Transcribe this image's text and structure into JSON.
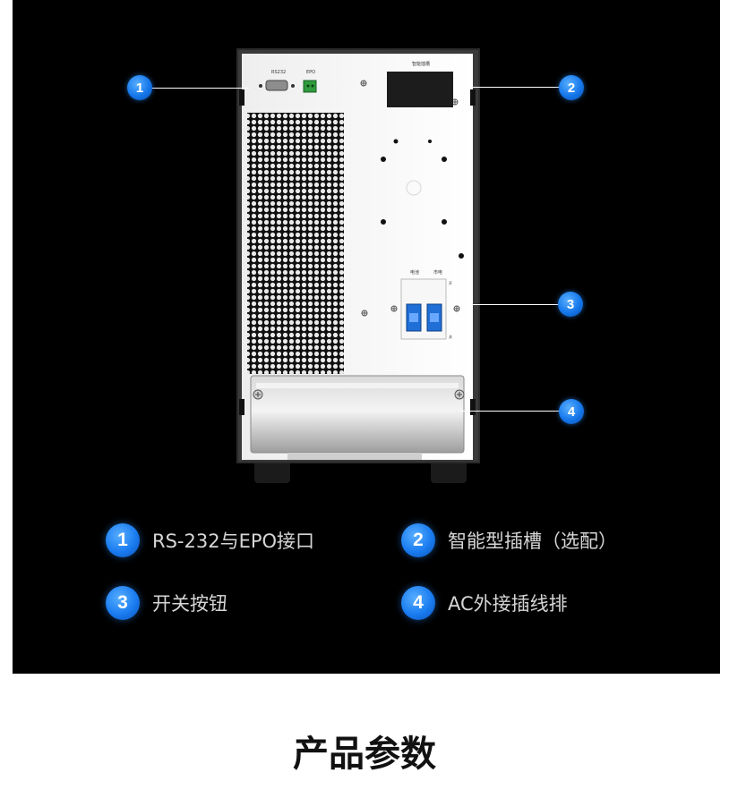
{
  "ups": {
    "rs232_label": "RS232",
    "epo_label": "EPO",
    "slot_label": "智能插槽",
    "switch_label_left": "电池",
    "switch_label_right": "市电",
    "switch_on": "开",
    "switch_off": "关"
  },
  "callouts": [
    "1",
    "2",
    "3",
    "4"
  ],
  "legend": [
    {
      "num": "1",
      "text": "RS-232与EPO接口"
    },
    {
      "num": "2",
      "text": "智能型插槽（选配）"
    },
    {
      "num": "3",
      "text": "开关按钮"
    },
    {
      "num": "4",
      "text": "AC外接插线排"
    }
  ],
  "section_title": "产品参数",
  "colors": {
    "accent": "#1a7cf0",
    "background": "#000000",
    "switch": "#1f6fd6"
  }
}
